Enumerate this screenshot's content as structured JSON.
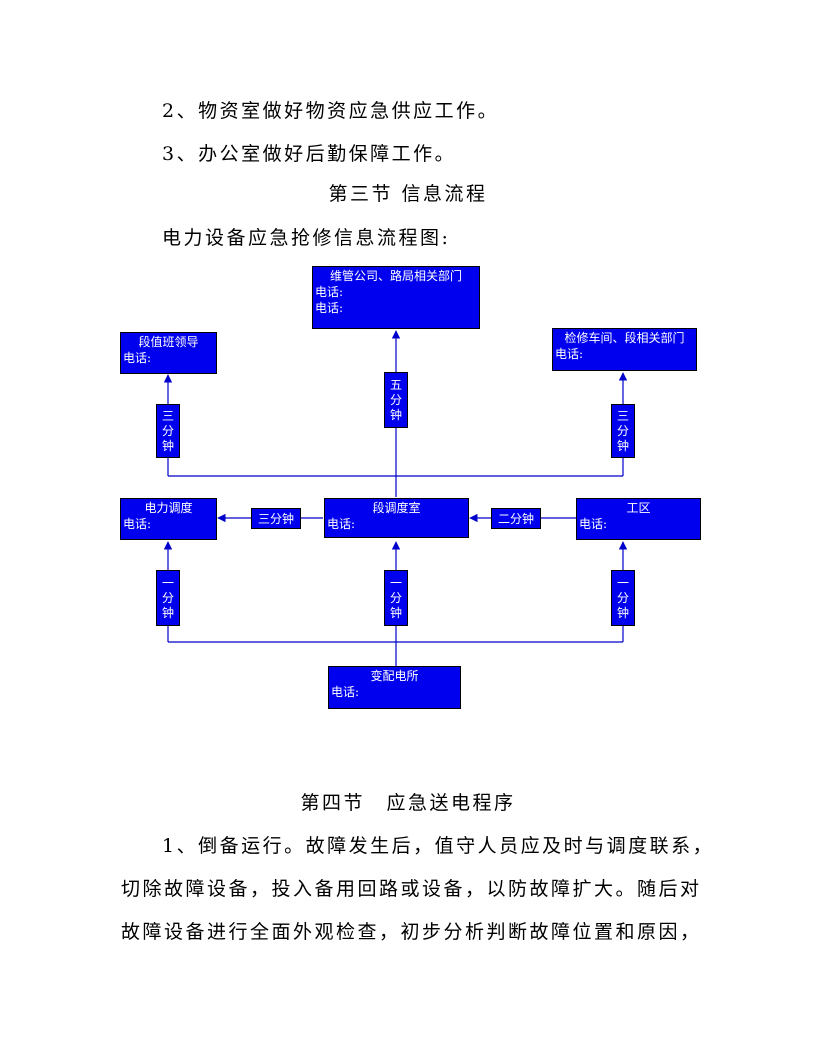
{
  "paragraphs": {
    "p1": "2、物资室做好物资应急供应工作。",
    "p2": "3、办公室做好后勤保障工作。",
    "section3_title": "第三节 信息流程",
    "flow_caption": "电力设备应急抢修信息流程图:",
    "section4_title": "第四节　应急送电程序",
    "body_line1": "1、倒备运行。故障发生后，值守人员应及时与调度联系，",
    "body_line2": "切除故障设备，投入备用回路或设备，以防故障扩大。随后对",
    "body_line3": "故障设备进行全面外观检查，初步分析判断故障位置和原因，"
  },
  "flowchart": {
    "line_color": "#0000cc",
    "box_color": "#0000ee",
    "boxes": {
      "weiguan": {
        "title": "维管公司、路局相关部门",
        "phone1": "电话:",
        "phone2": "电话:"
      },
      "zhiban": {
        "title": "段值班领导",
        "phone": "电话:"
      },
      "jianxiu": {
        "title": "检修车间、段相关部门",
        "phone": "电话:"
      },
      "dianli": {
        "title": "电力调度",
        "phone": "电话:"
      },
      "duan": {
        "title": "段调度室",
        "phone": "电话:"
      },
      "gongqu": {
        "title": "工区",
        "phone": "电话:"
      },
      "biandian": {
        "title": "变配电所",
        "phone": "电话:"
      }
    },
    "labels": {
      "five_min": [
        "五",
        "分",
        "钟"
      ],
      "three_min_left": [
        "三",
        "分",
        "钟"
      ],
      "three_min_right": [
        "三",
        "分",
        "钟"
      ],
      "three_min_h": "三分钟",
      "two_min_h": "二分钟",
      "one_min_left": [
        "一",
        "分",
        "钟"
      ],
      "one_min_mid": [
        "一",
        "分",
        "钟"
      ],
      "one_min_right": [
        "一",
        "分",
        "钟"
      ]
    }
  }
}
